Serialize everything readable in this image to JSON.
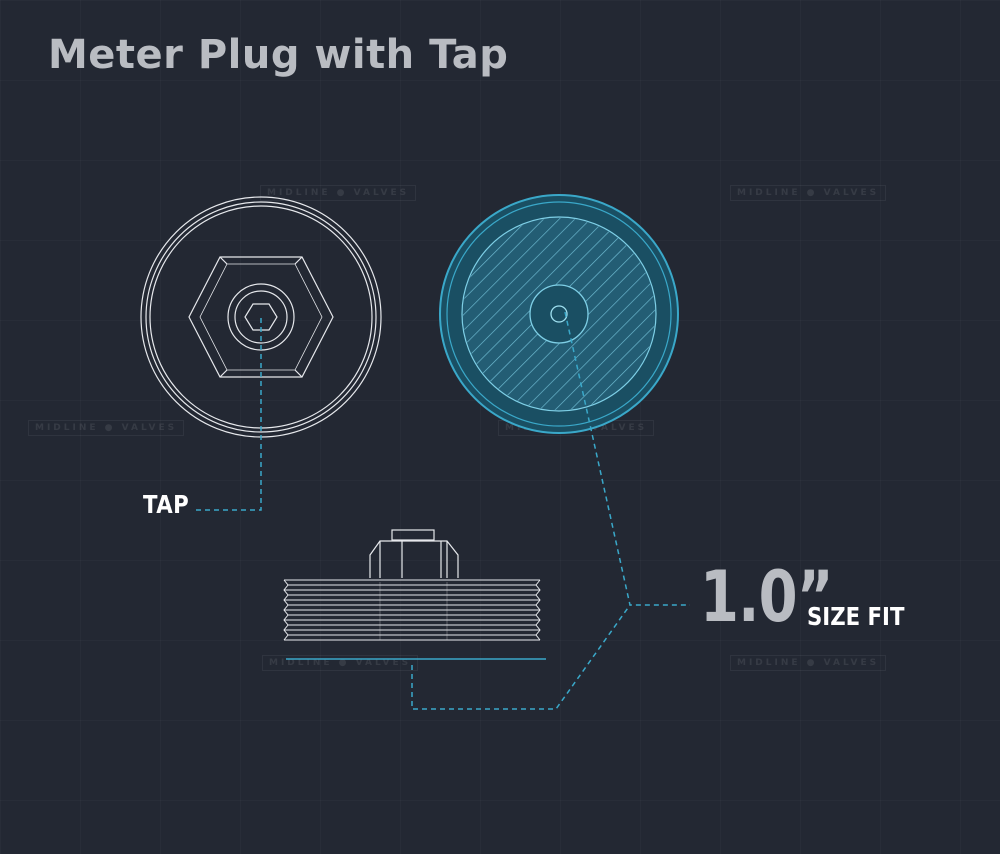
{
  "title": "Meter Plug with Tap",
  "labels": {
    "tap": "TAP",
    "size_value": "1.0”",
    "size_text": "SIZE FIT"
  },
  "watermark": "MIDLINE ● VALVES",
  "colors": {
    "background": "#232833",
    "line": "#e6e8ec",
    "accent": "#3aa8c9",
    "accent_fill": "#1a4f63",
    "title": "#b9bcc2"
  }
}
